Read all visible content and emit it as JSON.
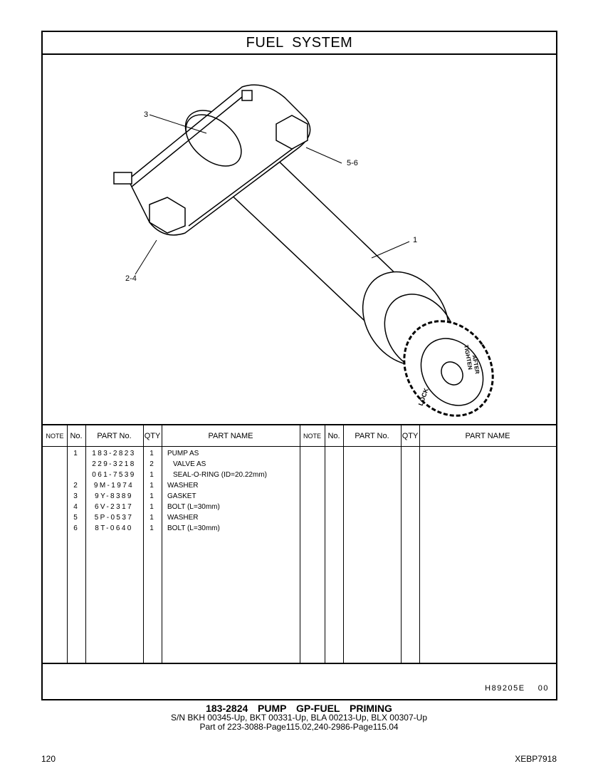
{
  "title": "FUEL SYSTEM",
  "callouts": [
    "3",
    "5-6",
    "1",
    "2-4"
  ],
  "knob_text": [
    "LOCK",
    "TIGHTEN",
    "AFTER"
  ],
  "table": {
    "headers": [
      "NOTE",
      "No.",
      "PART No.",
      "QTY",
      "PART NAME",
      "NOTE",
      "No.",
      "PART No.",
      "QTY",
      "PART NAME"
    ],
    "rows": [
      {
        "no": "1",
        "part": "183-2823",
        "qty": "1",
        "name": "PUMP AS",
        "indent": false
      },
      {
        "no": "",
        "part": "229-3218",
        "qty": "2",
        "name": "VALVE AS",
        "indent": true
      },
      {
        "no": "",
        "part": "061-7539",
        "qty": "1",
        "name": "SEAL-O-RING (ID=20.22mm)",
        "indent": true
      },
      {
        "no": "2",
        "part": "9M-1974",
        "qty": "1",
        "name": "WASHER",
        "indent": false
      },
      {
        "no": "3",
        "part": "9Y-8389",
        "qty": "1",
        "name": "GASKET",
        "indent": false
      },
      {
        "no": "4",
        "part": "6V-2317",
        "qty": "1",
        "name": "BOLT (L=30mm)",
        "indent": false
      },
      {
        "no": "5",
        "part": "5P-0537",
        "qty": "1",
        "name": "WASHER",
        "indent": false
      },
      {
        "no": "6",
        "part": "8T-0640",
        "qty": "1",
        "name": "BOLT (L=30mm)",
        "indent": false
      }
    ]
  },
  "illustration_id": "H89205E    00",
  "caption": {
    "title": "183-2824  PUMP  GP-FUEL  PRIMING",
    "serials": "S/N BKH 00345-Up, BKT 00331-Up, BLA 00213-Up, BLX 00307-Up",
    "part_of": "Part of 223-3088-Page115.02,240-2986-Page115.04"
  },
  "page_number": "120",
  "doc_id": "XEBP7918"
}
